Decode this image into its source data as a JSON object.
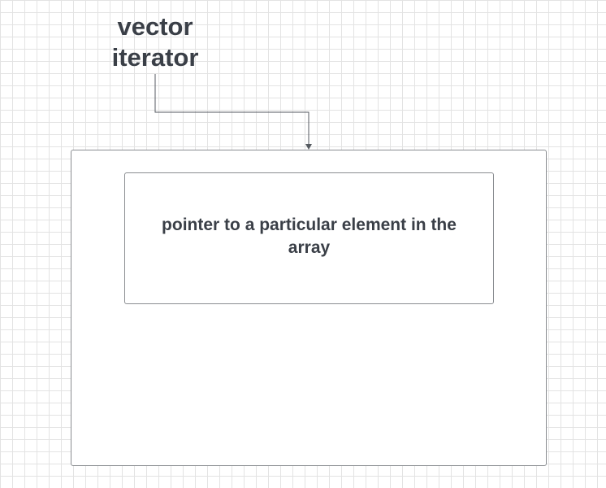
{
  "diagram": {
    "title_line1": "vector",
    "title_line2": "iterator",
    "inner_text": "pointer to a particular element in the array"
  },
  "colors": {
    "text": "#3a3f47",
    "stroke": "#8a8d91",
    "connector": "#555a60",
    "grid": "#e3e3e3",
    "background": "#ffffff"
  }
}
